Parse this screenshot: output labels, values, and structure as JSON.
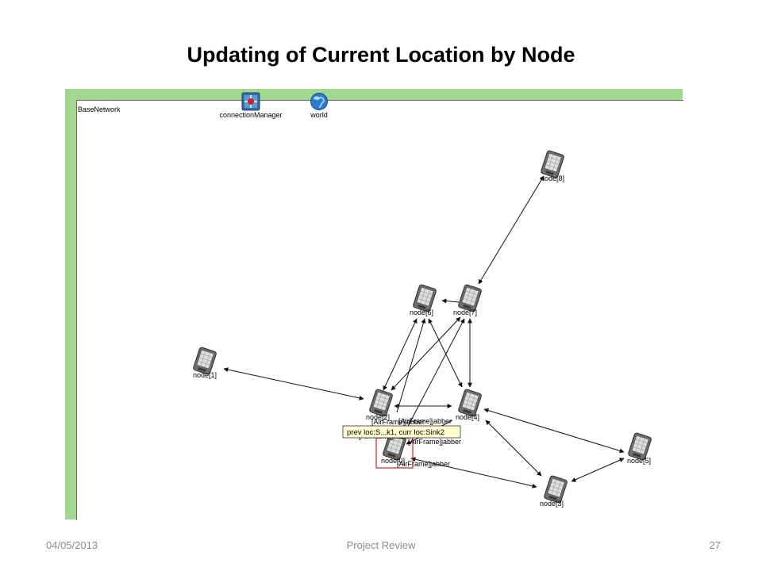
{
  "slide": {
    "title": "Updating of Current Location by Node"
  },
  "simulation": {
    "network_name": "BaseNetwork",
    "modules": [
      {
        "label": "connectionManager",
        "icon": "connection-manager-icon"
      },
      {
        "label": "world",
        "icon": "globe-icon"
      }
    ],
    "nodes": [
      "node[0]",
      "node[1]",
      "node[2]",
      "node[3]",
      "node[4]",
      "node[5]",
      "node[6]",
      "node[7]",
      "node[8]"
    ],
    "messages": [
      "[AirFrame]jabber",
      "[AirFrame]jabber",
      "[AirFrame]jabber",
      "[AirFrame]jabber",
      "[AirFrame]jabber"
    ],
    "tooltip": "prev loc:S...k1, curr loc:Sink2",
    "colors": {
      "frame_border": "#a0d890",
      "tooltip_bg": "#ffffd2",
      "selection_box": "#e02020",
      "link": "#111111"
    }
  },
  "footer": {
    "date": "04/05/2013",
    "center": "Project Review",
    "page": "27"
  }
}
